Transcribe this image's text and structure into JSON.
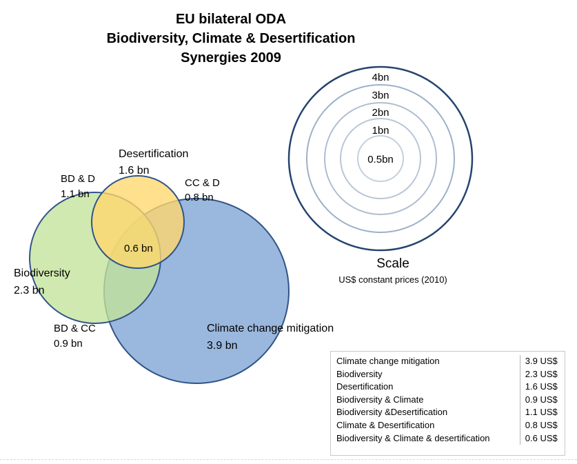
{
  "chart_data": {
    "type": "venn",
    "title_lines": [
      "EU bilateral ODA",
      "Biodiversity, Climate & Desertification",
      "Synergies 2009"
    ],
    "sets": [
      {
        "key": "desertification",
        "name": "Desertification",
        "value_label": "1.6 bn",
        "value": 1.6,
        "color": "#ffd76b",
        "stroke": "#30548a"
      },
      {
        "key": "biodiversity",
        "name": "Biodiversity",
        "value_label": "2.3 bn",
        "value": 2.3,
        "color": "#c3e39a",
        "stroke": "#30548a"
      },
      {
        "key": "climate",
        "name": "Climate change mitigation",
        "value_label": "3.9 bn",
        "value": 3.9,
        "color": "#9ab7dd",
        "stroke": "#30548a"
      }
    ],
    "overlaps": [
      {
        "key": "bd_d",
        "name": "BD & D",
        "value_label": "1.1 bn",
        "value": 1.1
      },
      {
        "key": "cc_d",
        "name": "CC & D",
        "value_label": "0.8 bn",
        "value": 0.8
      },
      {
        "key": "bd_cc",
        "name": "BD & CC",
        "value_label": "0.9 bn",
        "value": 0.9
      },
      {
        "key": "all",
        "name": "",
        "value_label": "0.6 bn",
        "value": 0.6
      }
    ],
    "scale": {
      "title": "Scale",
      "subtitle": "US$ constant  prices (2010)",
      "rings": [
        {
          "label": "4bn",
          "value": 4
        },
        {
          "label": "3bn",
          "value": 3
        },
        {
          "label": "2bn",
          "value": 2
        },
        {
          "label": "1bn",
          "value": 1
        },
        {
          "label": "0.5bn",
          "value": 0.5
        }
      ]
    },
    "table": {
      "rows": [
        {
          "label": "Climate change mitigation",
          "value": "3.9 US$"
        },
        {
          "label": "Biodiversity",
          "value": "2.3 US$"
        },
        {
          "label": "Desertification",
          "value": "1.6 US$"
        },
        {
          "label": "Biodiversity & Climate",
          "value": "0.9 US$"
        },
        {
          "label": "Biodiversity &Desertification",
          "value": "1.1 US$"
        },
        {
          "label": "Climate & Desertification",
          "value": "0.8 US$"
        },
        {
          "label": "Biodiversity & Climate & desertification",
          "value": "0.6 US$"
        }
      ]
    }
  }
}
